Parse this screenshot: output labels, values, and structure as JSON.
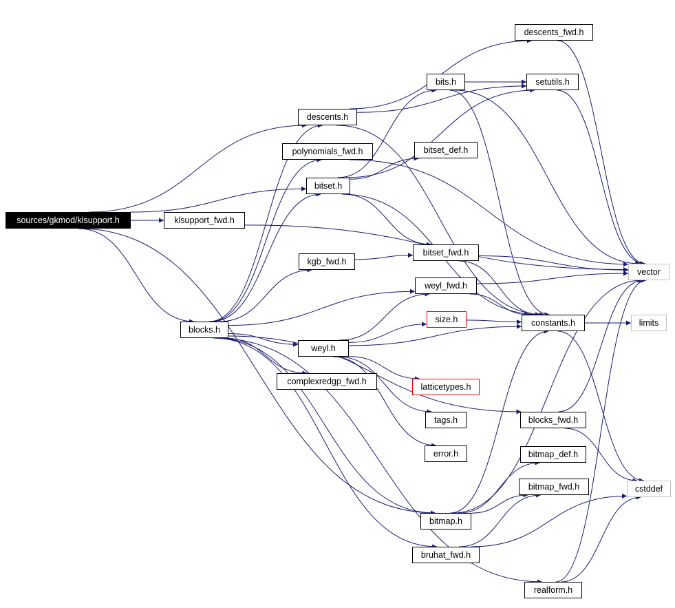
{
  "colors": {
    "edge": "#191970",
    "node_border": "#000000",
    "external_border": "#bfbfbf",
    "incomplete_border": "#ff0000",
    "root_fill": "#000000",
    "root_text": "#ffffff"
  },
  "nodes": [
    {
      "id": "klsupport",
      "label": "sources/gkmod/klsupport.h",
      "kind": "root"
    },
    {
      "id": "descents_fwd",
      "label": "descents_fwd.h",
      "kind": "normal"
    },
    {
      "id": "bits",
      "label": "bits.h",
      "kind": "normal"
    },
    {
      "id": "setutils",
      "label": "setutils.h",
      "kind": "normal"
    },
    {
      "id": "descents",
      "label": "descents.h",
      "kind": "normal"
    },
    {
      "id": "polynomials_fwd",
      "label": "polynomials_fwd.h",
      "kind": "normal"
    },
    {
      "id": "bitset_def",
      "label": "bitset_def.h",
      "kind": "normal"
    },
    {
      "id": "bitset",
      "label": "bitset.h",
      "kind": "normal"
    },
    {
      "id": "klsupport_fwd",
      "label": "klsupport_fwd.h",
      "kind": "normal"
    },
    {
      "id": "kgb_fwd",
      "label": "kgb_fwd.h",
      "kind": "normal"
    },
    {
      "id": "bitset_fwd",
      "label": "bitset_fwd.h",
      "kind": "normal"
    },
    {
      "id": "vector",
      "label": "vector",
      "kind": "external"
    },
    {
      "id": "weyl_fwd",
      "label": "weyl_fwd.h",
      "kind": "normal"
    },
    {
      "id": "size",
      "label": "size.h",
      "kind": "incomplete"
    },
    {
      "id": "constants",
      "label": "constants.h",
      "kind": "normal"
    },
    {
      "id": "limits",
      "label": "limits",
      "kind": "external"
    },
    {
      "id": "blocks",
      "label": "blocks.h",
      "kind": "normal"
    },
    {
      "id": "weyl",
      "label": "weyl.h",
      "kind": "normal"
    },
    {
      "id": "complexredgp_fwd",
      "label": "complexredgp_fwd.h",
      "kind": "normal"
    },
    {
      "id": "latticetypes",
      "label": "latticetypes.h",
      "kind": "incomplete"
    },
    {
      "id": "tags",
      "label": "tags.h",
      "kind": "normal"
    },
    {
      "id": "error",
      "label": "error.h",
      "kind": "normal"
    },
    {
      "id": "blocks_fwd",
      "label": "blocks_fwd.h",
      "kind": "normal"
    },
    {
      "id": "bitmap_def",
      "label": "bitmap_def.h",
      "kind": "normal"
    },
    {
      "id": "cstddef",
      "label": "cstddef",
      "kind": "external"
    },
    {
      "id": "bitmap_fwd",
      "label": "bitmap_fwd.h",
      "kind": "normal"
    },
    {
      "id": "bitmap",
      "label": "bitmap.h",
      "kind": "normal"
    },
    {
      "id": "bruhat_fwd",
      "label": "bruhat_fwd.h",
      "kind": "normal"
    },
    {
      "id": "realform",
      "label": "realform.h",
      "kind": "normal"
    }
  ],
  "edges": [
    [
      "klsupport",
      "descents"
    ],
    [
      "klsupport",
      "bitset"
    ],
    [
      "klsupport",
      "klsupport_fwd"
    ],
    [
      "klsupport",
      "blocks"
    ],
    [
      "klsupport",
      "bitmap"
    ],
    [
      "descents",
      "descents_fwd"
    ],
    [
      "descents",
      "setutils"
    ],
    [
      "descents",
      "constants"
    ],
    [
      "descents_fwd",
      "vector"
    ],
    [
      "bits",
      "setutils"
    ],
    [
      "bits",
      "constants"
    ],
    [
      "bits",
      "vector"
    ],
    [
      "setutils",
      "vector"
    ],
    [
      "polynomials_fwd",
      "vector"
    ],
    [
      "bitset",
      "bits"
    ],
    [
      "bitset",
      "bitset_def"
    ],
    [
      "bitset",
      "setutils"
    ],
    [
      "bitset",
      "bitset_fwd"
    ],
    [
      "bitset",
      "constants"
    ],
    [
      "klsupport_fwd",
      "vector"
    ],
    [
      "kgb_fwd",
      "bitset_fwd"
    ],
    [
      "bitset_fwd",
      "vector"
    ],
    [
      "bitset_fwd",
      "constants"
    ],
    [
      "weyl_fwd",
      "vector"
    ],
    [
      "weyl_fwd",
      "constants"
    ],
    [
      "size",
      "constants"
    ],
    [
      "constants",
      "limits"
    ],
    [
      "constants",
      "cstddef"
    ],
    [
      "blocks",
      "descents"
    ],
    [
      "blocks",
      "polynomials_fwd"
    ],
    [
      "blocks",
      "bitset"
    ],
    [
      "blocks",
      "kgb_fwd"
    ],
    [
      "blocks",
      "weyl_fwd"
    ],
    [
      "blocks",
      "weyl"
    ],
    [
      "blocks",
      "complexredgp_fwd"
    ],
    [
      "blocks",
      "blocks_fwd"
    ],
    [
      "blocks",
      "bitmap"
    ],
    [
      "blocks",
      "bruhat_fwd"
    ],
    [
      "blocks",
      "realform"
    ],
    [
      "weyl",
      "weyl_fwd"
    ],
    [
      "weyl",
      "size"
    ],
    [
      "weyl",
      "constants"
    ],
    [
      "weyl",
      "latticetypes"
    ],
    [
      "weyl",
      "tags"
    ],
    [
      "weyl",
      "error"
    ],
    [
      "blocks_fwd",
      "vector"
    ],
    [
      "blocks_fwd",
      "cstddef"
    ],
    [
      "bitmap",
      "constants"
    ],
    [
      "bitmap",
      "bitmap_def"
    ],
    [
      "bitmap",
      "bitmap_fwd"
    ],
    [
      "bitmap",
      "vector"
    ],
    [
      "bruhat_fwd",
      "bitmap_fwd"
    ],
    [
      "bruhat_fwd",
      "cstddef"
    ],
    [
      "realform",
      "vector"
    ],
    [
      "realform",
      "cstddef"
    ]
  ]
}
